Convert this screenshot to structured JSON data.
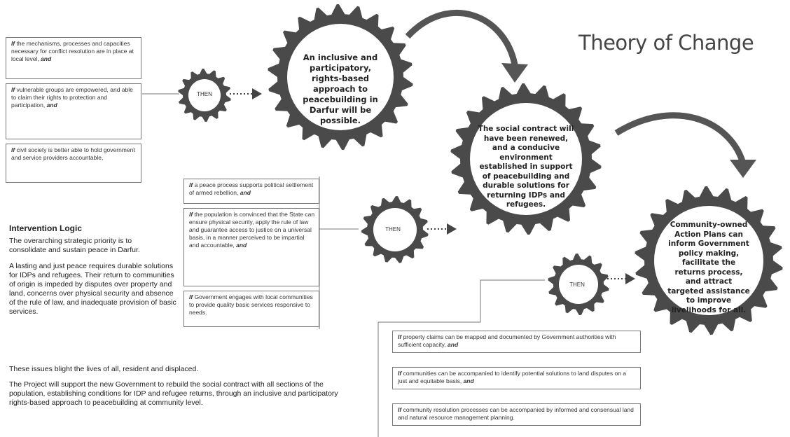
{
  "title": "Theory of Change",
  "then_label": "THEN",
  "group1": [
    {
      "if": "If",
      "text": " the mechanisms, processes and capacities necessary for conflict resolution are in place at local level,",
      "and": "and"
    },
    {
      "if": "If",
      "text": " vulnerable groups are empowered, and able to claim their rights to protection and participation,",
      "and": "and"
    },
    {
      "if": "If",
      "text": " civil society is better able to hold government and service providers accountable,",
      "and": ""
    }
  ],
  "group2": [
    {
      "if": "If",
      "text": " a peace process supports political settlement of armed rebellion,",
      "and": "and"
    },
    {
      "if": "If",
      "text": " the population is convinced that the State can ensure physical security, apply the rule of law and guarantee access to justice on a universal basis, in a manner perceived to be impartial and accountable,",
      "and": "and"
    },
    {
      "if": "If",
      "text": " Government engages with local communities to provide quality basic services responsive to needs.",
      "and": ""
    }
  ],
  "group3": [
    {
      "if": "If",
      "text": " property claims can be mapped and documented by Government authorities with sufficient capacity,",
      "and": "and"
    },
    {
      "if": "If",
      "text": " communities can be accompanied to identify potential solutions to land disputes on a just and equitable basis,",
      "and": "and"
    },
    {
      "if": "If",
      "text": " community resolution processes can be accompanied by informed and consensual land and natural resource management planning.",
      "and": ""
    }
  ],
  "outcome1": "An inclusive and participatory, rights-based approach to peacebuilding in Darfur will be possible.",
  "outcome2": "The social contract will have been renewed, and a conducive environment established in support of peacebuilding and durable solutions for returning IDPs and refugees.",
  "outcome3": "Community-owned Action Plans can inform Government policy making, facilitate the returns process, and attract targeted assistance to improve livelihoods for all.",
  "logic": {
    "heading": "Intervention Logic",
    "p1": "The overarching strategic priority is to consolidate and sustain peace in Darfur.",
    "p2": "A lasting and just peace requires durable solutions for IDPs and refugees. Their return to communities of origin is impeded by disputes over property and land, concerns over physical security and absence of the rule of law, and inadequate provision of basic services.",
    "p3": "These issues blight the lives of all, resident and displaced.",
    "p4": "The Project will support the new Government to rebuild the social contract with all sections of the population, establishing conditions for IDP and refugee returns, through an inclusive and participatory rights-based approach to peacebuilding at community level."
  },
  "colors": {
    "gear": "#4a4a4a",
    "arrow": "#555555",
    "line": "#777777"
  }
}
